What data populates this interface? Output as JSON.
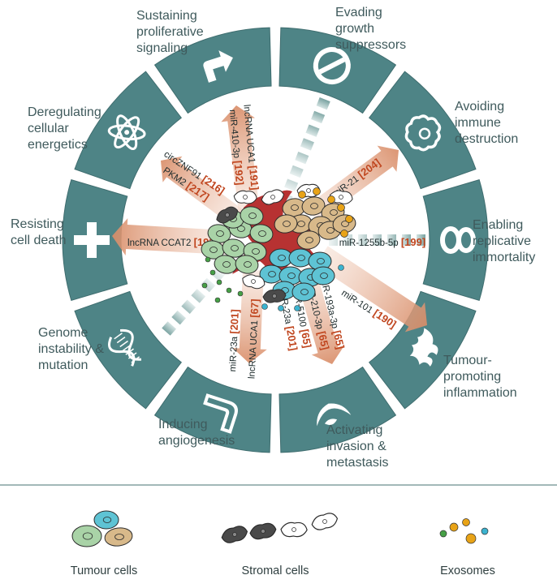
{
  "hallmarks": [
    {
      "id": "proliferative",
      "lines": [
        "Sustaining",
        "proliferative",
        "signaling"
      ],
      "icon": "arrow-icon"
    },
    {
      "id": "suppressors",
      "lines": [
        "Evading",
        "growth",
        "suppressors"
      ],
      "icon": "prohibited-icon"
    },
    {
      "id": "immune",
      "lines": [
        "Avoiding",
        "immune",
        "destruction"
      ],
      "icon": "immune-cell-icon"
    },
    {
      "id": "immortality",
      "lines": [
        "Enabling",
        "replicative",
        "immortality"
      ],
      "icon": "infinity-icon"
    },
    {
      "id": "inflammation",
      "lines": [
        "Tumour-",
        "promoting",
        "inflammation"
      ],
      "icon": "flame-icon"
    },
    {
      "id": "invasion",
      "lines": [
        "Activating",
        "invasion &",
        "metastasis"
      ],
      "icon": "invasion-icon"
    },
    {
      "id": "angiogenesis",
      "lines": [
        "Inducing",
        "angiogenesis"
      ],
      "icon": "vessel-icon"
    },
    {
      "id": "genome",
      "lines": [
        "Genome",
        "instability &",
        "mutation"
      ],
      "icon": "dna-icon"
    },
    {
      "id": "death",
      "lines": [
        "Resisting",
        "cell death"
      ],
      "icon": "cross-icon"
    },
    {
      "id": "energetics",
      "lines": [
        "Deregulating",
        "cellular",
        "energetics"
      ],
      "icon": "atom-icon"
    }
  ],
  "arrows": [
    {
      "id": "a1",
      "segments": [
        {
          "t": "lncRNA UCA1 "
        },
        {
          "t": "[191]",
          "ref": true
        }
      ]
    },
    {
      "id": "a2",
      "segments": [
        {
          "t": "miR-410-3p "
        },
        {
          "t": "[192]",
          "ref": true
        }
      ]
    },
    {
      "id": "a3",
      "segments": [
        {
          "t": "circZNF91 "
        },
        {
          "t": "[216]",
          "ref": true
        }
      ]
    },
    {
      "id": "a4",
      "segments": [
        {
          "t": "PKM2 "
        },
        {
          "t": "[217]",
          "ref": true
        }
      ]
    },
    {
      "id": "a5",
      "segments": [
        {
          "t": "miR-21 "
        },
        {
          "t": "[204]",
          "ref": true
        }
      ]
    },
    {
      "id": "a6",
      "segments": [
        {
          "t": "miR-1255b-5p "
        },
        {
          "t": "[199]",
          "ref": true
        }
      ]
    },
    {
      "id": "a7",
      "segments": [
        {
          "t": "lncRNA CCAT2 "
        },
        {
          "t": "[193]",
          "ref": true
        }
      ]
    },
    {
      "id": "a8",
      "segments": [
        {
          "t": "miR-101 "
        },
        {
          "t": "[190]",
          "ref": true
        }
      ]
    },
    {
      "id": "a9",
      "segments": [
        {
          "t": "miR-23a "
        },
        {
          "t": "[201]",
          "ref": true
        }
      ]
    },
    {
      "id": "a10",
      "segments": [
        {
          "t": "lncRNA UCA1 "
        },
        {
          "t": "[67]",
          "ref": true
        }
      ]
    },
    {
      "id": "a11",
      "segments": [
        {
          "t": "miR-23a "
        },
        {
          "t": "[201]",
          "ref": true
        }
      ]
    },
    {
      "id": "a12",
      "segments": [
        {
          "t": "miR-5100 "
        },
        {
          "t": "[65]",
          "ref": true
        }
      ]
    },
    {
      "id": "a13",
      "segments": [
        {
          "t": "miR-210-3p "
        },
        {
          "t": "[65]",
          "ref": true
        }
      ]
    },
    {
      "id": "a14",
      "segments": [
        {
          "t": "miR-193a-3p "
        },
        {
          "t": "[65]",
          "ref": true
        }
      ]
    }
  ],
  "legend": {
    "tumour": "Tumour cells",
    "stromal": "Stromal cells",
    "exosomes": "Exosomes"
  },
  "colors": {
    "panel": "#4e8486",
    "arrow": "#e3a184",
    "ref": "#c0461f",
    "tumour_green": "#a9d3a7",
    "tumour_blue": "#5ec3d4",
    "tumour_tan": "#d8b98a",
    "stroma_dark": "#4a4a4a",
    "vessel": "#b73232",
    "exo_orange": "#e8a317",
    "exo_green": "#46a046",
    "exo_blue": "#3cb3cf"
  }
}
